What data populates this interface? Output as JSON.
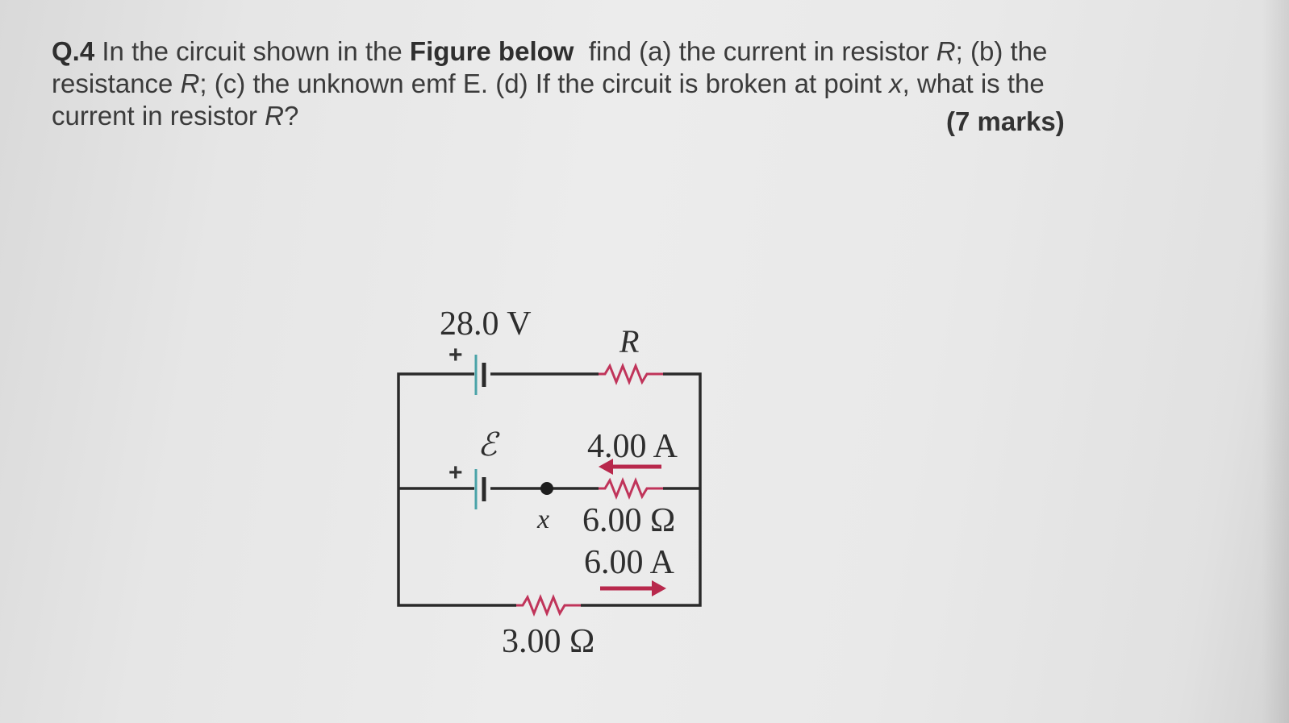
{
  "question": {
    "number": "Q.4",
    "line1_a": "In the circuit shown in the",
    "line1_bold": "Figure below",
    "line1_b": "find (a) the current in resistor",
    "line1_r": "R",
    "line1_c": "; (b) the",
    "line2_a": "resistance",
    "line2_r": "R",
    "line2_b": "; (c) the unknown emf E. (d) If the circuit is broken at point",
    "line2_x": "x",
    "line2_c": ", what is the",
    "line3_a": "current in resistor",
    "line3_r": "R",
    "line3_b": "?",
    "marks": "(7 marks)"
  },
  "figure": {
    "battery_top_voltage": "28.0 V",
    "resistor_top_label": "R",
    "emf_label": "ℰ",
    "plus_sign": "+",
    "current_middle": "4.00 A",
    "point_label": "x",
    "resistor_middle": "6.00 Ω",
    "current_bottom": "6.00 A",
    "resistor_bottom": "3.00 Ω",
    "colors": {
      "wire": "#2a2a2a",
      "resistor": "#c0345a",
      "arrow": "#b8284c",
      "battery": "#4aa3a8"
    }
  }
}
